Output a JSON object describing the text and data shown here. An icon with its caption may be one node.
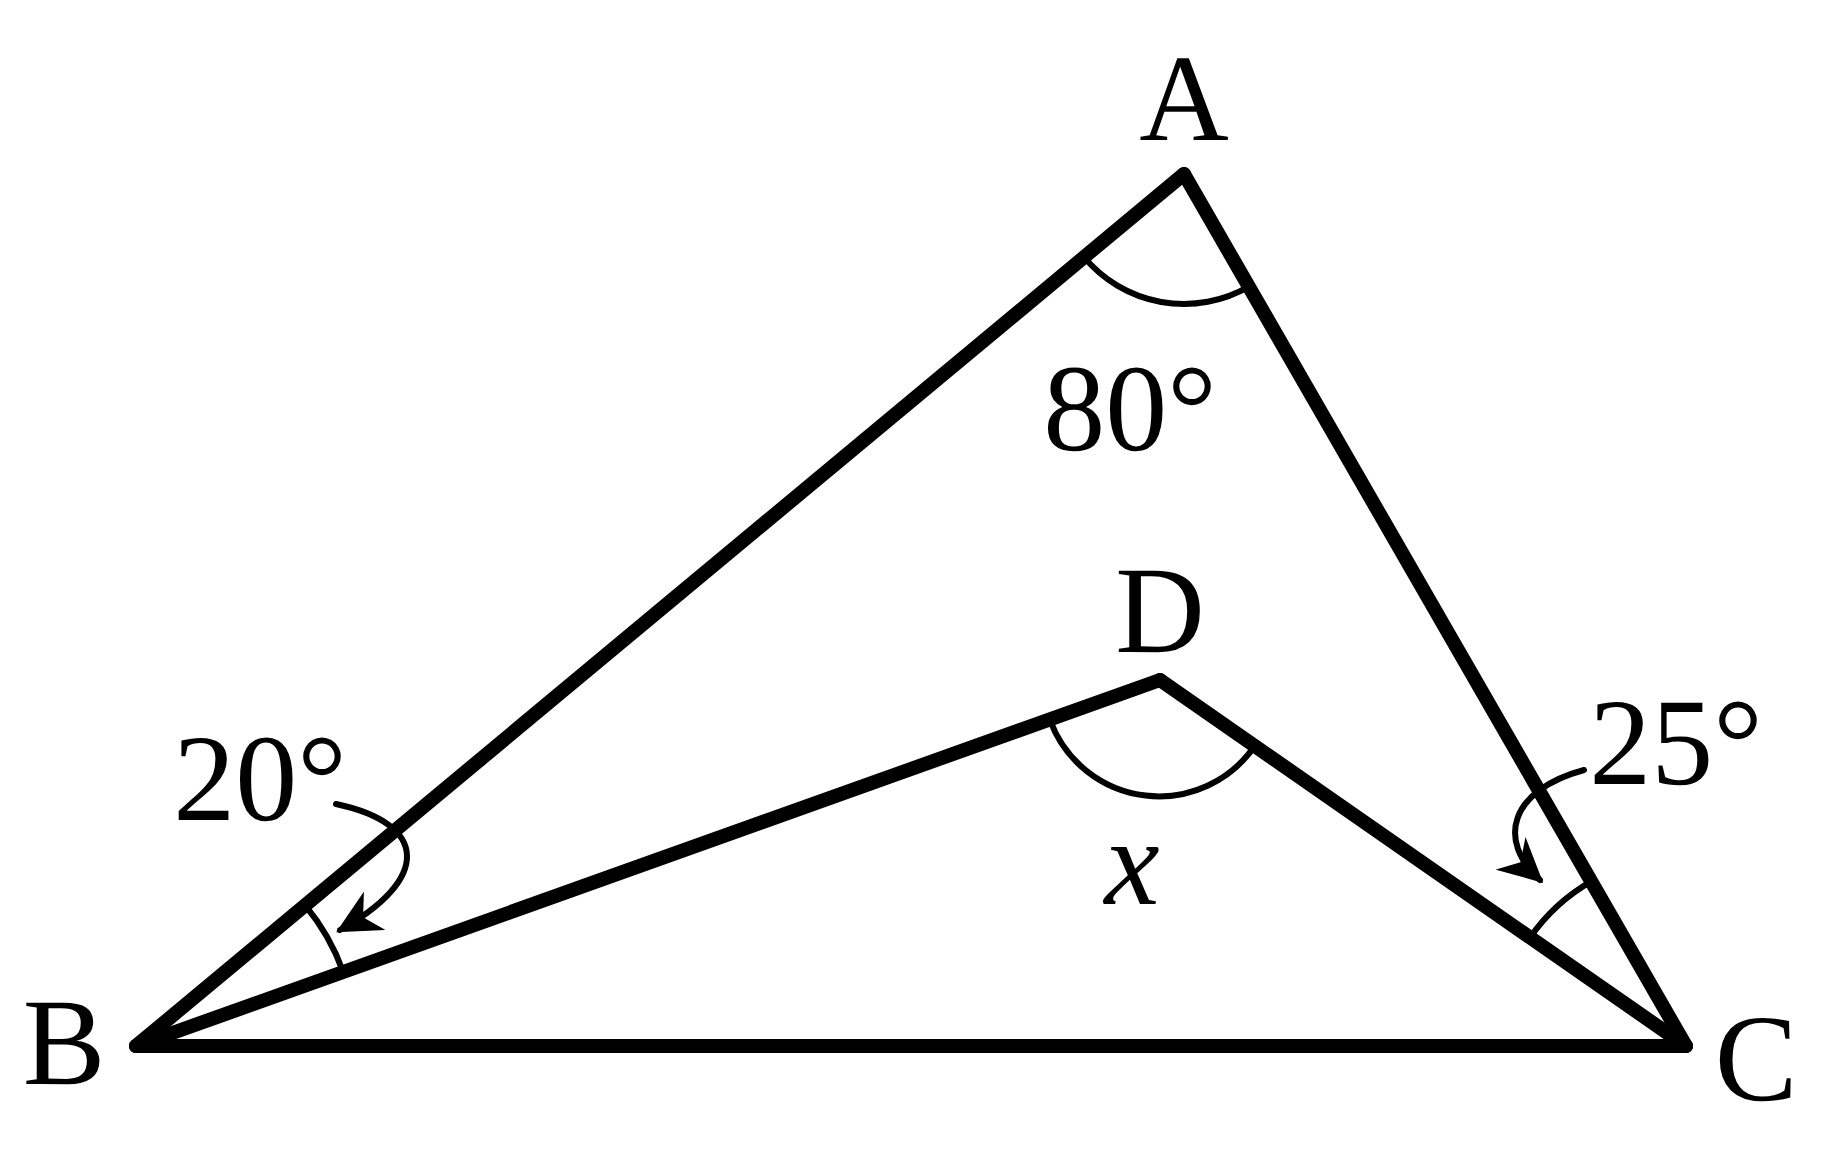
{
  "diagram": {
    "nodes": [
      {
        "text": [
          "A"
        ]
      },
      {
        "text": [
          "B"
        ]
      },
      {
        "text": [
          "C"
        ]
      },
      {
        "text": [
          "D"
        ]
      },
      {
        "text": [
          "20°"
        ]
      },
      {
        "text": [
          "25°"
        ]
      },
      {
        "text": [],
        "shape": "arc"
      },
      {
        "text": [],
        "shape": "arc"
      }
    ],
    "edges": [
      {
        "from": 0,
        "to": 1,
        "arrow": "none"
      },
      {
        "from": 0,
        "to": 2,
        "arrow": "none"
      },
      {
        "from": 1,
        "to": 2,
        "arrow": "none"
      },
      {
        "from": 1,
        "to": 3,
        "arrow": "none"
      },
      {
        "from": 3,
        "to": 2,
        "arrow": "none"
      },
      {
        "from": 4,
        "to": 6,
        "arrow": "to"
      },
      {
        "from": 5,
        "to": 7,
        "arrow": "to"
      }
    ],
    "labels": [
      "80°",
      "x"
    ]
  }
}
